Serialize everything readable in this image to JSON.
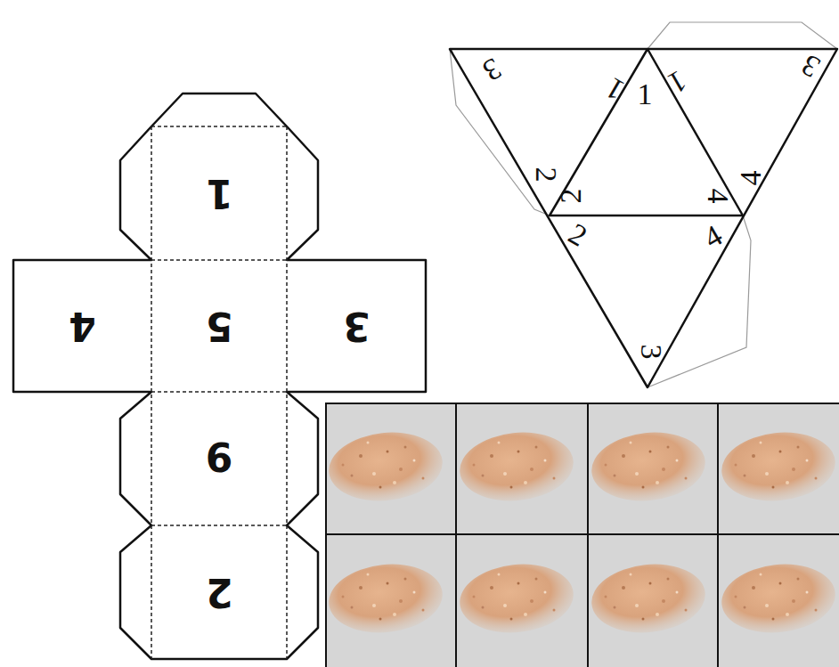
{
  "diagram": {
    "nodes": [
      {
        "text": [
          "1"
        ]
      },
      {
        "text": [
          "4"
        ]
      },
      {
        "text": [
          "5"
        ]
      },
      {
        "text": [
          "3"
        ]
      },
      {
        "text": [
          "6"
        ]
      },
      {
        "text": [
          "2"
        ]
      }
    ],
    "labels": [
      "3",
      "1",
      "1",
      "1",
      "3",
      "2",
      "2",
      "4",
      "4",
      "2",
      "4",
      "3"
    ]
  }
}
